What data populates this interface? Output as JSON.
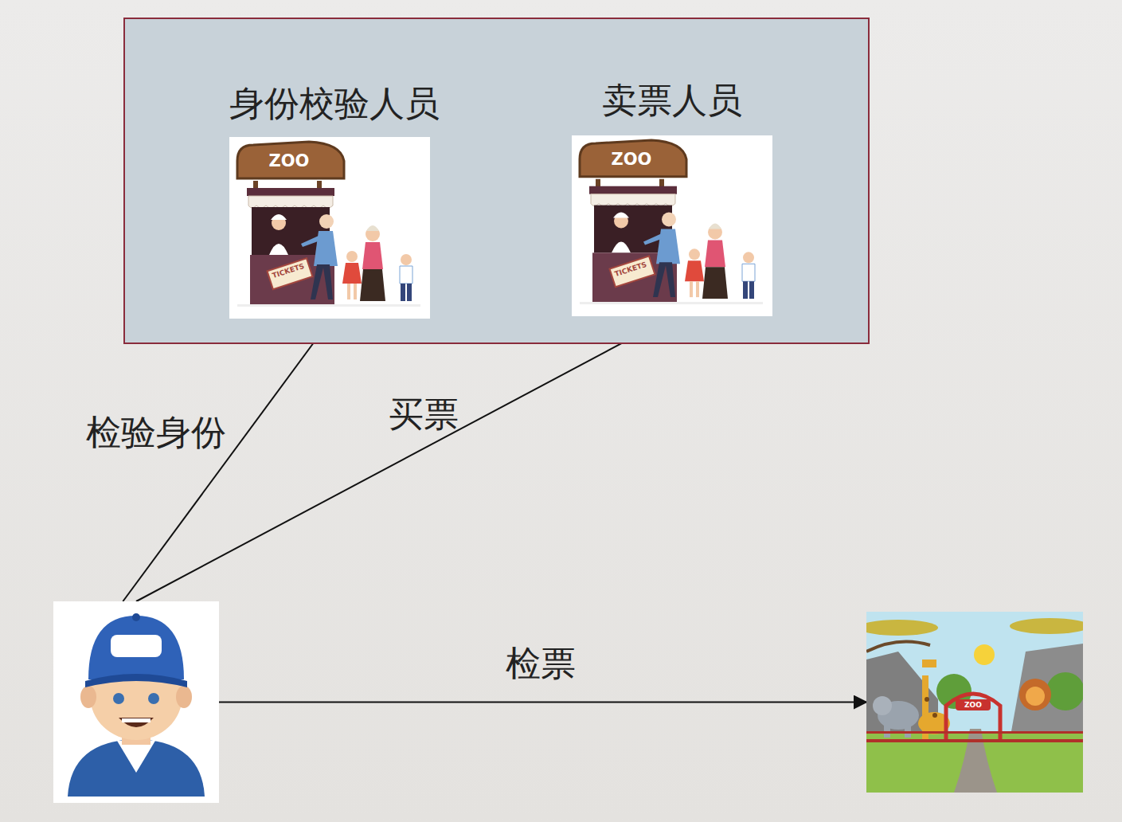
{
  "diagram": {
    "nodes": [
      {
        "text": []
      },
      {
        "text": [
          "身份校验人员"
        ],
        "in": 0
      },
      {
        "text": [
          "卖票人员"
        ],
        "in": 0
      },
      {
        "text": []
      },
      {
        "text": []
      }
    ],
    "edges": [
      {
        "from": 3,
        "to": 1,
        "label": "检验身份",
        "arrow": "to"
      },
      {
        "from": 3,
        "to": 2,
        "label": "买票",
        "arrow": "to"
      },
      {
        "from": 3,
        "to": 4,
        "label": "检票",
        "arrow": "to"
      }
    ],
    "labels": [
      "ZOO",
      "TICKETS",
      "ZOO",
      "TICKETS",
      "ZOO"
    ]
  }
}
